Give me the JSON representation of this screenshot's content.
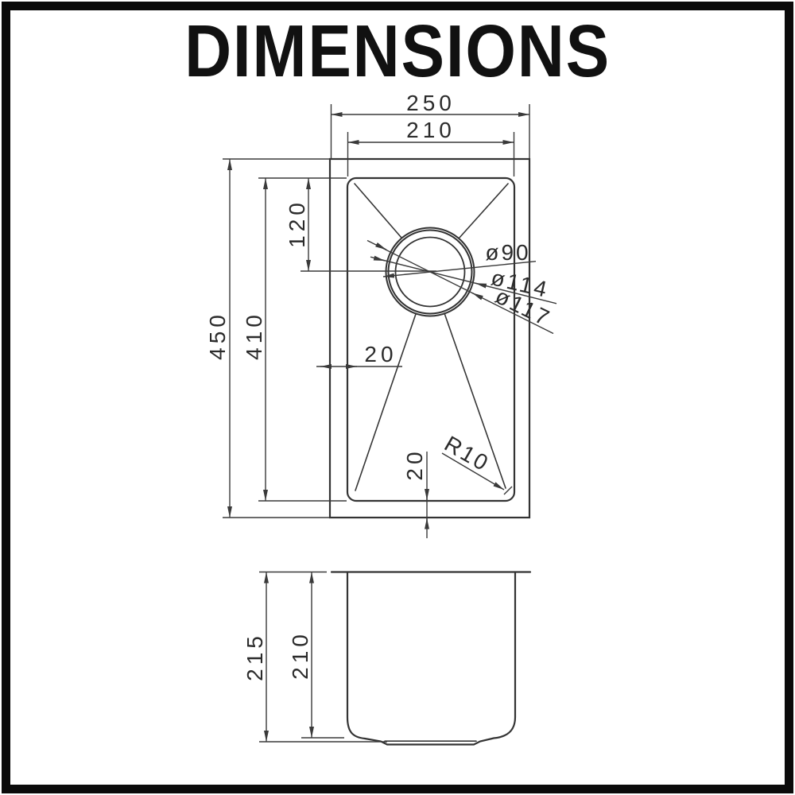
{
  "title": "DIMENSIONS",
  "top_view": {
    "outer_width": "250",
    "inner_width": "210",
    "outer_length": "450",
    "inner_length": "410",
    "drain_offset_from_top": "120",
    "rim_width": "20",
    "bottom_rim_width": "20",
    "corner_radius": "R10",
    "drain_diameter_inner": "ø90",
    "drain_diameter_mid": "ø114",
    "drain_diameter_outer": "ø117"
  },
  "side_view": {
    "overall_depth": "215",
    "bowl_depth": "210"
  },
  "colors": {
    "line": "#333333",
    "text": "#2b2b2b",
    "frame": "#0b0b0b",
    "background": "#ffffff"
  }
}
